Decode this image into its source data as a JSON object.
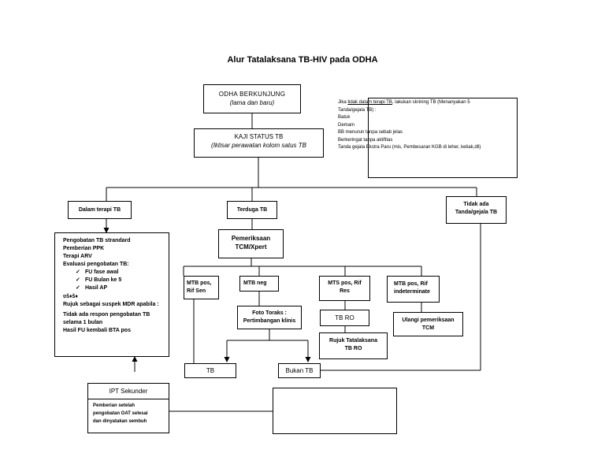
{
  "title": "Alur Tatalaksana TB-HIV pada ODHA",
  "odha": {
    "line1": "ODHA BERKUNJUNG",
    "line2": "(lama dan baru)"
  },
  "kaji": {
    "line1": "KAJI STATUS TB",
    "line2": "(Iktisar perawatan kolom satus TB"
  },
  "note": {
    "line1_pre": "Jika ",
    "line1_u": "tidak dalam terapi TB",
    "line1_post": ", lakukan skrining TB (Menanyakan 5",
    "line2": "Tanda/gejala TB) :",
    "items": [
      "Batuk",
      "Demam",
      "BB menurun tanpa sebab jelas",
      "Berkeringat tanpa aktifitas",
      "Tanda gejala Ekstra Paru (mis, Pembesaran KGB di leher, ketiak,dll)"
    ]
  },
  "dalam": "Dalam terapi TB",
  "terduga": "Terduga TB",
  "tidak": {
    "line1": "Tidak ada",
    "line2": "Tanda/gejala TB"
  },
  "dalam_list": {
    "items": [
      "Pengobatan TB strandard",
      "Pemberian PPK",
      "Terapi ARV",
      "Evaluasi pengobatan TB:"
    ],
    "checks": [
      "FU fase awal",
      "FU Bulan ke 5",
      "Hasil AP"
    ],
    "garbled1": "ʋš♦š♦",
    "garbled2": "Rujuk sebagai suspek MDR apabila :",
    "rest": [
      "Tidak ada respon pengobatan TB",
      "selama 1 bulan",
      "Hasil FU kembali BTA pos"
    ]
  },
  "pemeriksaan": {
    "line1": "Pemeriksaan",
    "line2": "TCM/Xpert"
  },
  "mtb_pos": {
    "line1": "MTB pos,",
    "line2": "Rif Sen"
  },
  "mtb_neg": "MTB neg",
  "mts_pos": {
    "line1": "MTS pos, Rif",
    "line2": "Res"
  },
  "mtb_ind": {
    "line1": "MTB pos, Rif",
    "line2": "indeterminate"
  },
  "foto": {
    "line1": "Foto Toraks :",
    "line2": "Pertimbangan klinis"
  },
  "tbro": "TB RO",
  "rujuk": {
    "line1": "Rujuk Tatalaksana",
    "line2": "TB RO"
  },
  "ulangi": {
    "line1": "Ulangi pemeriksaan",
    "line2": "TCM"
  },
  "tb": "TB",
  "bukan": "Bukan TB",
  "ipt": "IPT Sekunder",
  "ipt_text": [
    "Pemberian setelah",
    "pengobatan OAT selesai",
    "dan dinyatakan sembuh"
  ]
}
